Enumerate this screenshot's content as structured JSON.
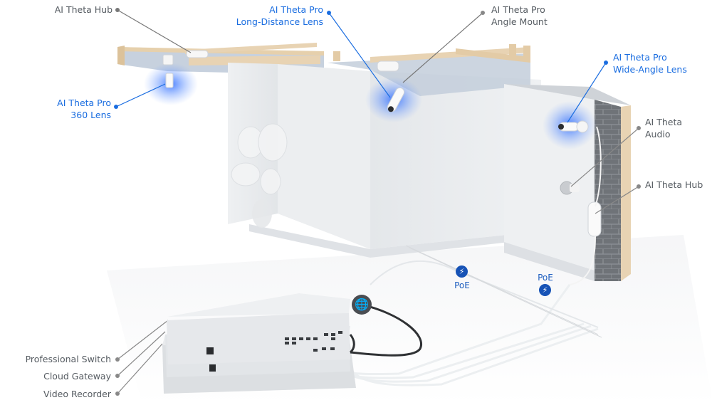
{
  "diagram": {
    "type": "product-deployment-illustration",
    "colors": {
      "label_gray": "#555b61",
      "label_blue": "#1a6de0",
      "poe_badge": "#1753b6",
      "glow": "#3b7bff",
      "wall": "#e9ecef",
      "wood": "#e8d3b3",
      "brick": "#7b7f84",
      "hardware": "#d9dcdf",
      "internet_cable": "#2f3134",
      "ethernet_cable": "#f1f1f1"
    },
    "labels": {
      "hub_top": {
        "lines": [
          "AI Theta Hub"
        ],
        "color": "gray"
      },
      "pro_360": {
        "lines": [
          "AI Theta Pro",
          "360 Lens"
        ],
        "color": "blue"
      },
      "pro_long": {
        "lines": [
          "AI Theta Pro",
          "Long-Distance Lens"
        ],
        "color": "blue"
      },
      "pro_angle": {
        "lines": [
          "AI Theta Pro",
          "Angle Mount"
        ],
        "color": "gray"
      },
      "pro_wide": {
        "lines": [
          "AI Theta Pro",
          "Wide-Angle Lens"
        ],
        "color": "blue"
      },
      "audio": {
        "lines": [
          "AI Theta",
          "Audio"
        ],
        "color": "gray"
      },
      "hub_right": {
        "lines": [
          "AI Theta Hub"
        ],
        "color": "gray"
      },
      "switch": {
        "lines": [
          "Professional Switch"
        ],
        "color": "gray"
      },
      "gateway": {
        "lines": [
          "Cloud Gateway"
        ],
        "color": "gray"
      },
      "recorder": {
        "lines": [
          "Video Recorder"
        ],
        "color": "gray"
      }
    },
    "poe": [
      {
        "text": "PoE",
        "icon": "lightning-bolt-icon"
      },
      {
        "text": "PoE",
        "icon": "lightning-bolt-icon"
      }
    ],
    "internet": {
      "icon": "globe-icon",
      "glyph": "🌐"
    },
    "bolt_glyph": "⚡"
  }
}
